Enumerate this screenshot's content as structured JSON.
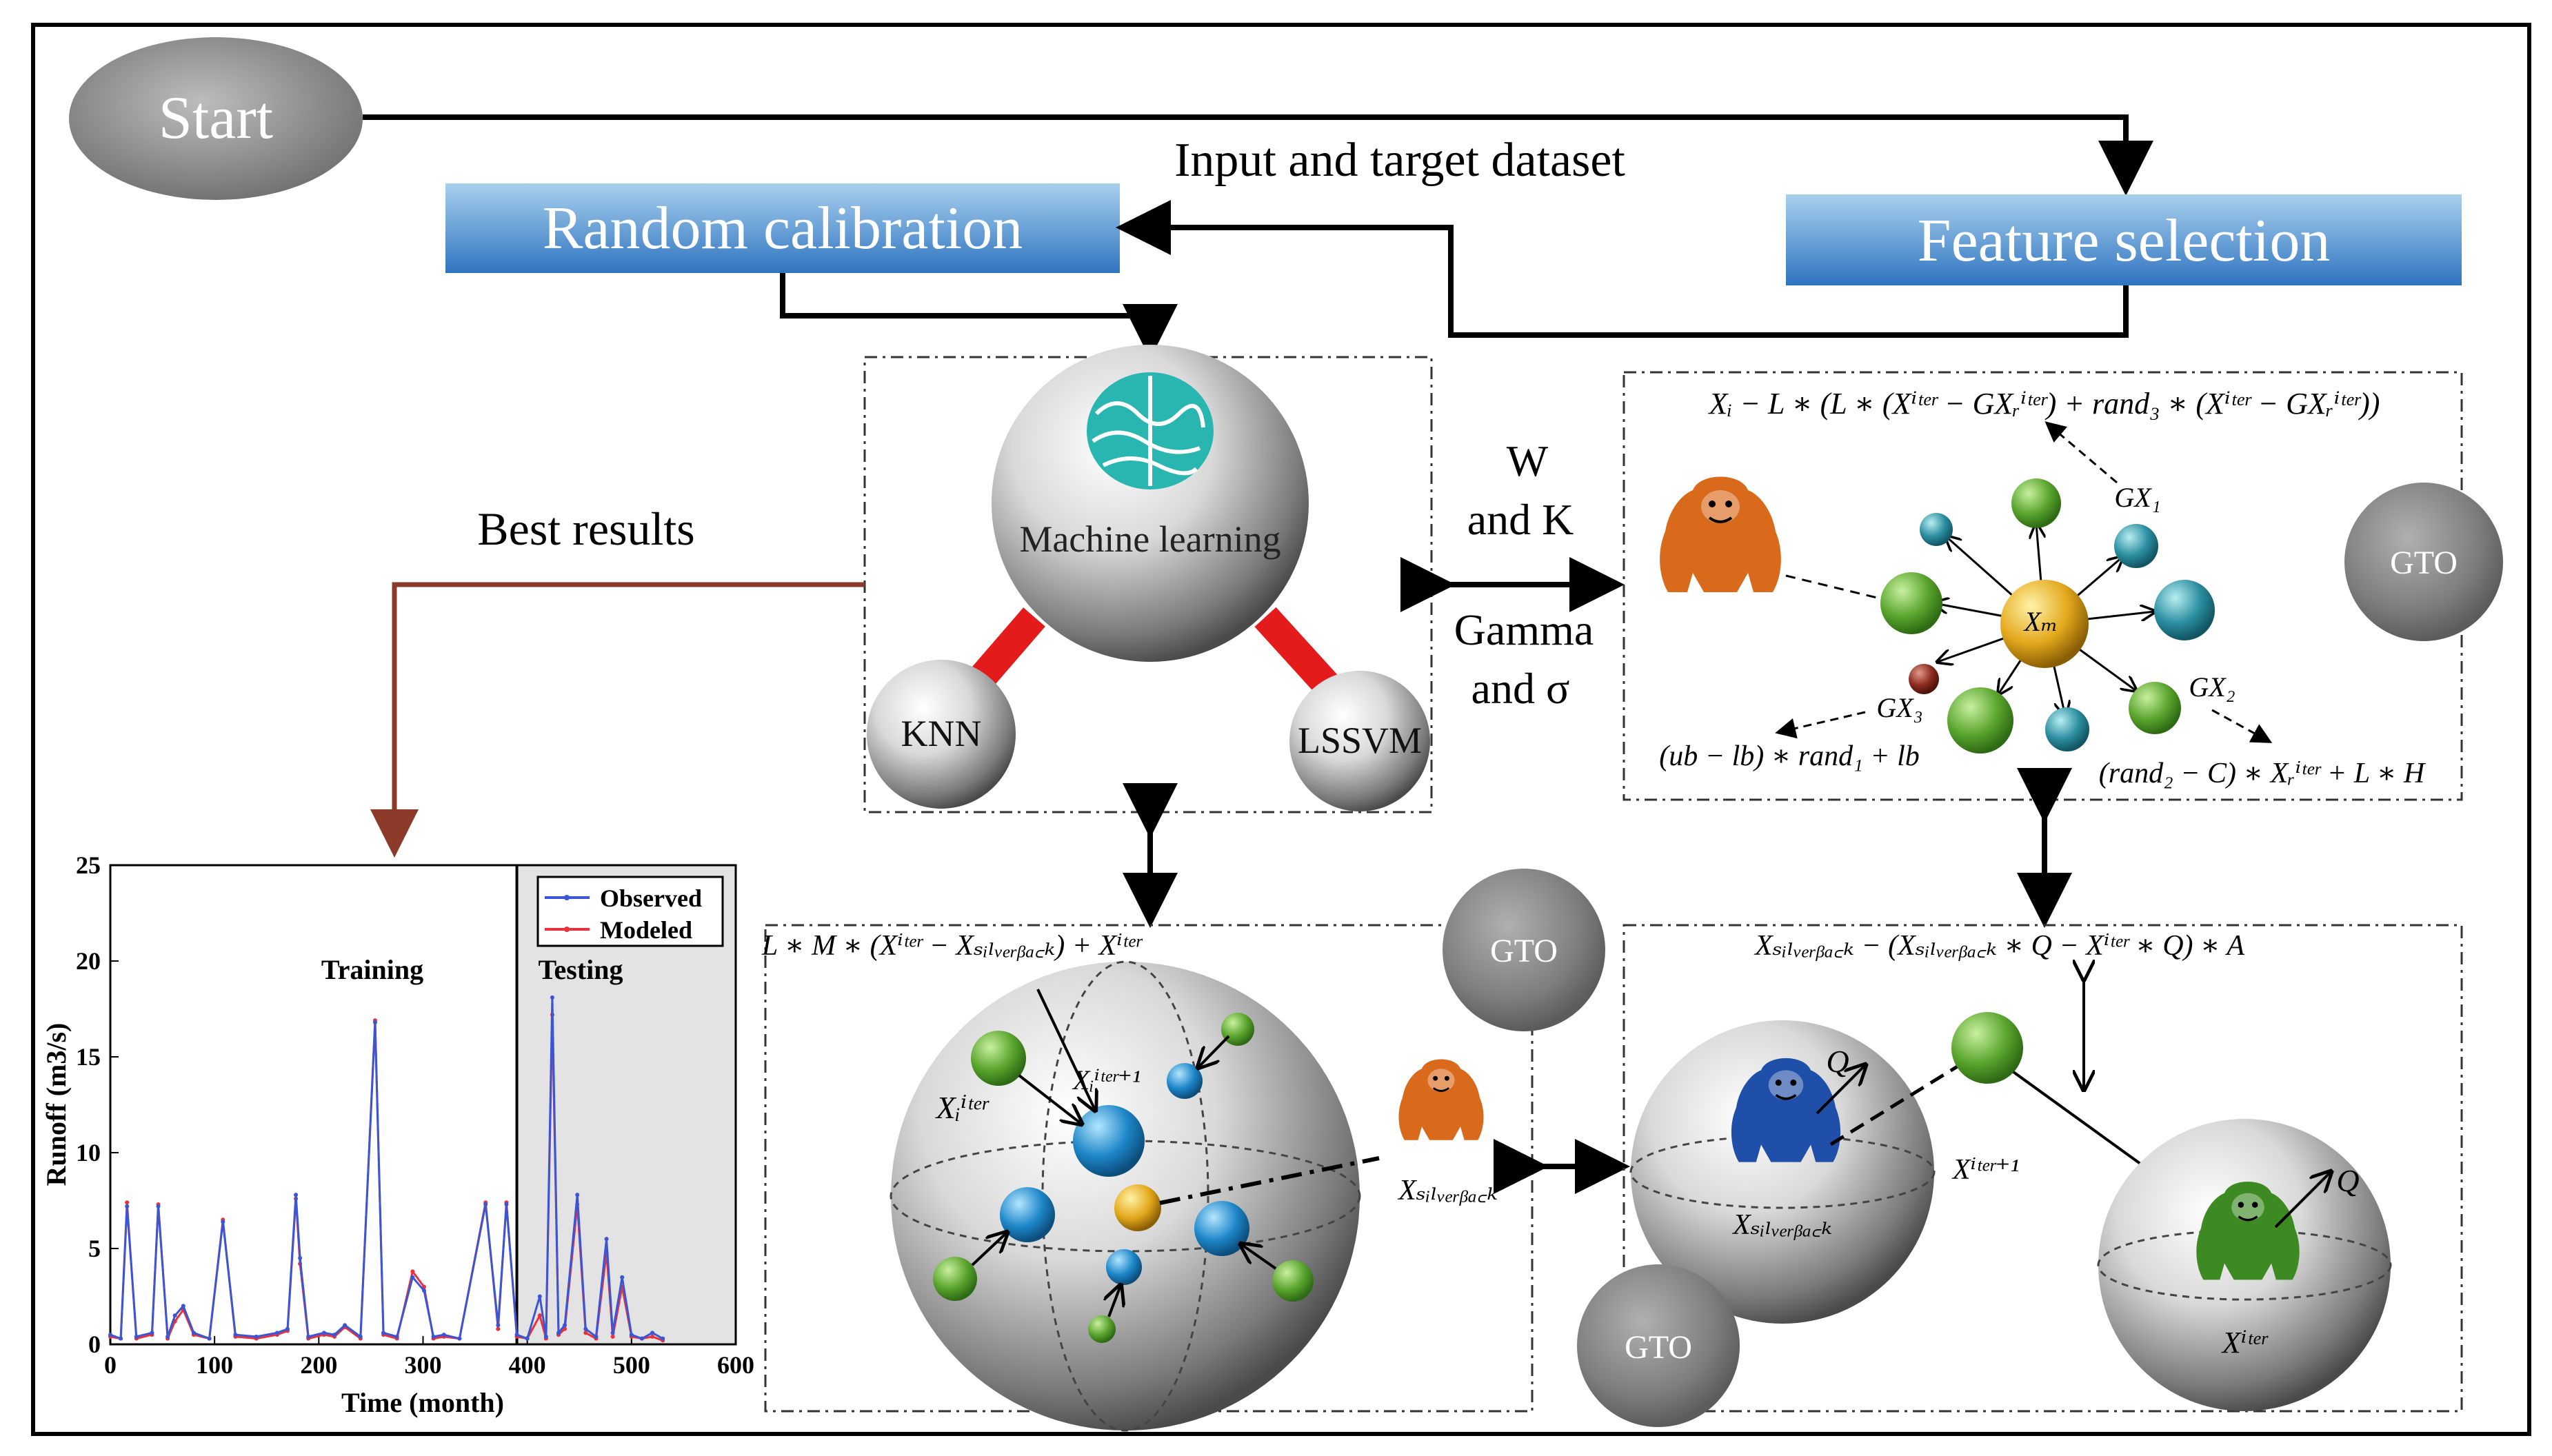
{
  "start": {
    "label": "Start"
  },
  "flow": {
    "input_target_label": "Input and target dataset",
    "best_results_label": "Best results",
    "w_k_label_line1": "W",
    "w_k_label_line2": "and K",
    "gamma_label_line1": "Gamma",
    "gamma_label_line2": "and σ"
  },
  "boxes": {
    "random_calibration": "Random calibration",
    "feature_selection": "Feature selection"
  },
  "ml": {
    "center_label": "Machine learning",
    "knn_label": "KNN",
    "lssvm_label": "LSSVM"
  },
  "gto_badges": [
    "GTO",
    "GTO",
    "GTO"
  ],
  "equations": {
    "top_right": "Xᵢ − L ∗ (L ∗ (Xⁱᵗᵉʳ − GXᵣⁱᵗᵉʳ) + rand₃ ∗ (Xⁱᵗᵉʳ − GXᵣⁱᵗᵉʳ))",
    "gx1": "GX₁",
    "gx2": "GX₂",
    "gx3": "GX₃",
    "xm": "Xₘ",
    "bottom_left_eq": "(ub − lb) ∗ rand₁ + lb",
    "bottom_right_eq": "(rand₂ − C) ∗ Xᵣⁱᵗᵉʳ + L ∗ H",
    "left_panel_eq": "L ∗ M ∗ (Xⁱᵗᵉʳ − Xₛᵢₗᵥₑᵣᵦₐ꜀ₖ) + Xⁱᵗᵉʳ",
    "xi_iter": "Xᵢⁱᵗᵉʳ",
    "xi_iter1": "Xᵢⁱᵗᵉʳ⁺¹",
    "x_silverback": "Xₛᵢₗᵥₑᵣᵦₐ꜀ₖ",
    "right_panel_eq": "Xₛᵢₗᵥₑᵣᵦₐ꜀ₖ − (Xₛᵢₗᵥₑᵣᵦₐ꜀ₖ ∗ Q − Xⁱᵗᵉʳ ∗ Q) ∗ A",
    "q_label": "Q",
    "x_iter1": "Xⁱᵗᵉʳ⁺¹",
    "x_iter": "Xⁱᵗᵉʳ"
  },
  "colors": {
    "blue_box_top": "#a8d0ee",
    "blue_box_bottom": "#2f74c0",
    "best_results_arrow": "#8b3a2a",
    "gorilla_orange": "#d9691b",
    "gorilla_blue": "#1f4fa8",
    "gorilla_green": "#3d8a23",
    "red_link": "#e41b1b"
  },
  "chart_data": {
    "type": "line",
    "xlabel": "Time (month)",
    "ylabel": "Runoff (m3/s)",
    "xlim": [
      0,
      600
    ],
    "ylim": [
      0,
      25
    ],
    "xticks": [
      0,
      100,
      200,
      300,
      400,
      500,
      600
    ],
    "yticks": [
      0,
      5,
      10,
      15,
      20,
      25
    ],
    "split_x": 390,
    "region_labels": [
      "Training",
      "Testing"
    ],
    "legend_position": "top-right",
    "series": [
      {
        "name": "Observed",
        "color": "#3a55d6",
        "x": [
          0,
          10,
          16,
          25,
          40,
          46,
          55,
          62,
          70,
          80,
          95,
          108,
          120,
          140,
          160,
          170,
          178,
          182,
          190,
          205,
          215,
          225,
          240,
          254,
          262,
          275,
          290,
          301,
          310,
          320,
          335,
          360,
          372,
          380,
          390,
          400,
          412,
          418,
          424,
          430,
          436,
          448,
          456,
          466,
          476,
          482,
          491,
          500,
          510,
          520,
          530
        ],
        "y": [
          0.5,
          0.3,
          7.2,
          0.4,
          0.6,
          7.2,
          0.4,
          1.5,
          2.0,
          0.6,
          0.3,
          6.4,
          0.5,
          0.4,
          0.6,
          0.8,
          7.8,
          4.5,
          0.4,
          0.6,
          0.5,
          1.0,
          0.4,
          16.8,
          0.6,
          0.4,
          3.5,
          2.8,
          0.4,
          0.5,
          0.3,
          7.3,
          1.0,
          7.3,
          0.5,
          0.3,
          2.5,
          0.4,
          18.1,
          0.6,
          1.0,
          7.8,
          0.8,
          0.4,
          5.5,
          0.6,
          3.5,
          0.5,
          0.3,
          0.6,
          0.3
        ]
      },
      {
        "name": "Modeled",
        "color": "#e8323c",
        "x": [
          0,
          10,
          16,
          25,
          40,
          46,
          55,
          62,
          70,
          80,
          95,
          108,
          120,
          140,
          160,
          170,
          178,
          182,
          190,
          205,
          215,
          225,
          240,
          254,
          262,
          275,
          290,
          301,
          310,
          320,
          335,
          360,
          372,
          380,
          390,
          400,
          412,
          418,
          424,
          430,
          436,
          448,
          456,
          466,
          476,
          482,
          491,
          500,
          510,
          520,
          530
        ],
        "y": [
          0.4,
          0.3,
          7.4,
          0.3,
          0.5,
          7.3,
          0.3,
          1.2,
          1.8,
          0.5,
          0.3,
          6.5,
          0.4,
          0.3,
          0.5,
          0.7,
          7.6,
          4.2,
          0.3,
          0.5,
          0.4,
          0.9,
          0.3,
          16.9,
          0.5,
          0.3,
          3.8,
          3.0,
          0.3,
          0.4,
          0.3,
          7.4,
          0.8,
          7.4,
          0.4,
          0.3,
          1.5,
          0.3,
          17.2,
          0.5,
          0.8,
          7.3,
          0.6,
          0.3,
          4.8,
          0.4,
          3.0,
          0.4,
          0.3,
          0.4,
          0.2
        ]
      }
    ]
  }
}
